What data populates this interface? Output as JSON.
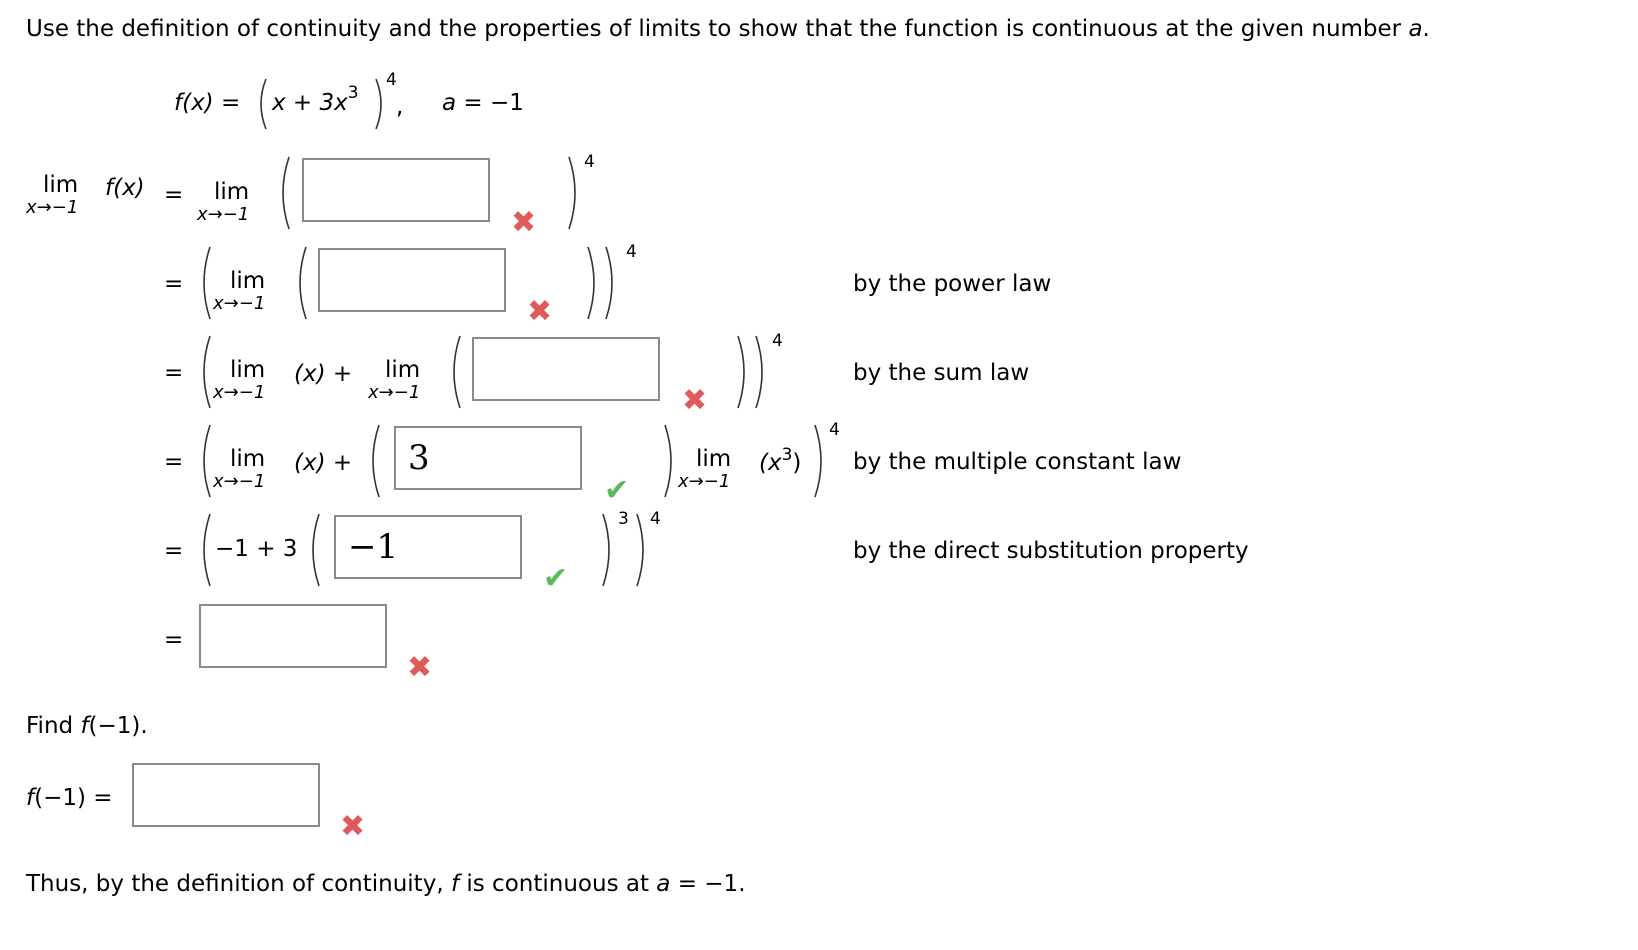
{
  "prompt": {
    "text_before": "Use the definition of continuity and the properties of limits to show that the function is continuous at the given number ",
    "var": "a",
    "end": "."
  },
  "function": {
    "lhs": "f(x) = ",
    "inner": "x + 3x",
    "exp_inner": "3",
    "exp_outer": "4",
    "comma": ",",
    "a_label": "a",
    "a_rest": " = −1"
  },
  "lim": {
    "word": "lim",
    "sub": "x→−1",
    "fx": "f(x)",
    "eq": "=",
    "x_term": "(x)",
    "plus": "+",
    "x3_term": "(x",
    "x3_exp": "3",
    "x3_close": ")",
    "four": "4",
    "three": "3",
    "neg_one_plus_three": "−1 + 3"
  },
  "answers": {
    "row1": "",
    "row2": "",
    "row3": "",
    "row4": "3",
    "row5": "−1",
    "row6": "",
    "f_neg1": ""
  },
  "marks": {
    "wrong": "✖",
    "correct": "✔"
  },
  "reasons": [
    "by the power law",
    "by the sum law",
    "by the multiple constant law",
    "by the direct substitution property"
  ],
  "find": {
    "label_pre": "Find ",
    "label_f": "f",
    "label_post": "(−1).",
    "lhs_f": "f",
    "lhs_rest": "(−1) ="
  },
  "conclusion": {
    "pre": "Thus, by the definition of continuity, ",
    "f": "f",
    "mid": " is continuous at ",
    "a": "a",
    "post": " = −1."
  },
  "colors": {
    "wrong": "#e05a5a",
    "correct": "#5cb85c",
    "border": "#8a8a8a"
  }
}
